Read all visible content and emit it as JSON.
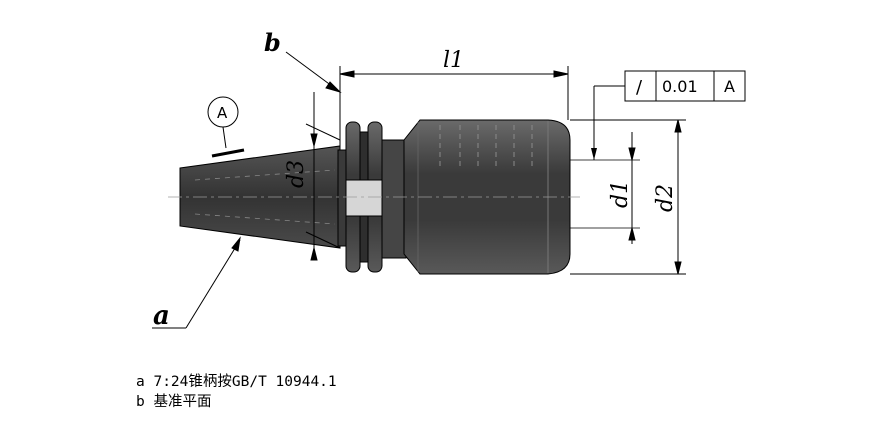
{
  "labels": {
    "b": "b",
    "a": "a",
    "l1": "l1",
    "d1": "d1",
    "d2": "d2",
    "d3": "d3",
    "datum_bubble": "A"
  },
  "tolerance_frame": {
    "symbol": "/",
    "value": "0.01",
    "datum": "A"
  },
  "notes": [
    {
      "key": "a",
      "text": "7:24锥柄按GB/T 10944.1"
    },
    {
      "key": "b",
      "text": "基准平面"
    }
  ],
  "colors": {
    "body_dark": "#3c3c3c",
    "body_mid": "#5a5a5a",
    "line": "#000000"
  }
}
